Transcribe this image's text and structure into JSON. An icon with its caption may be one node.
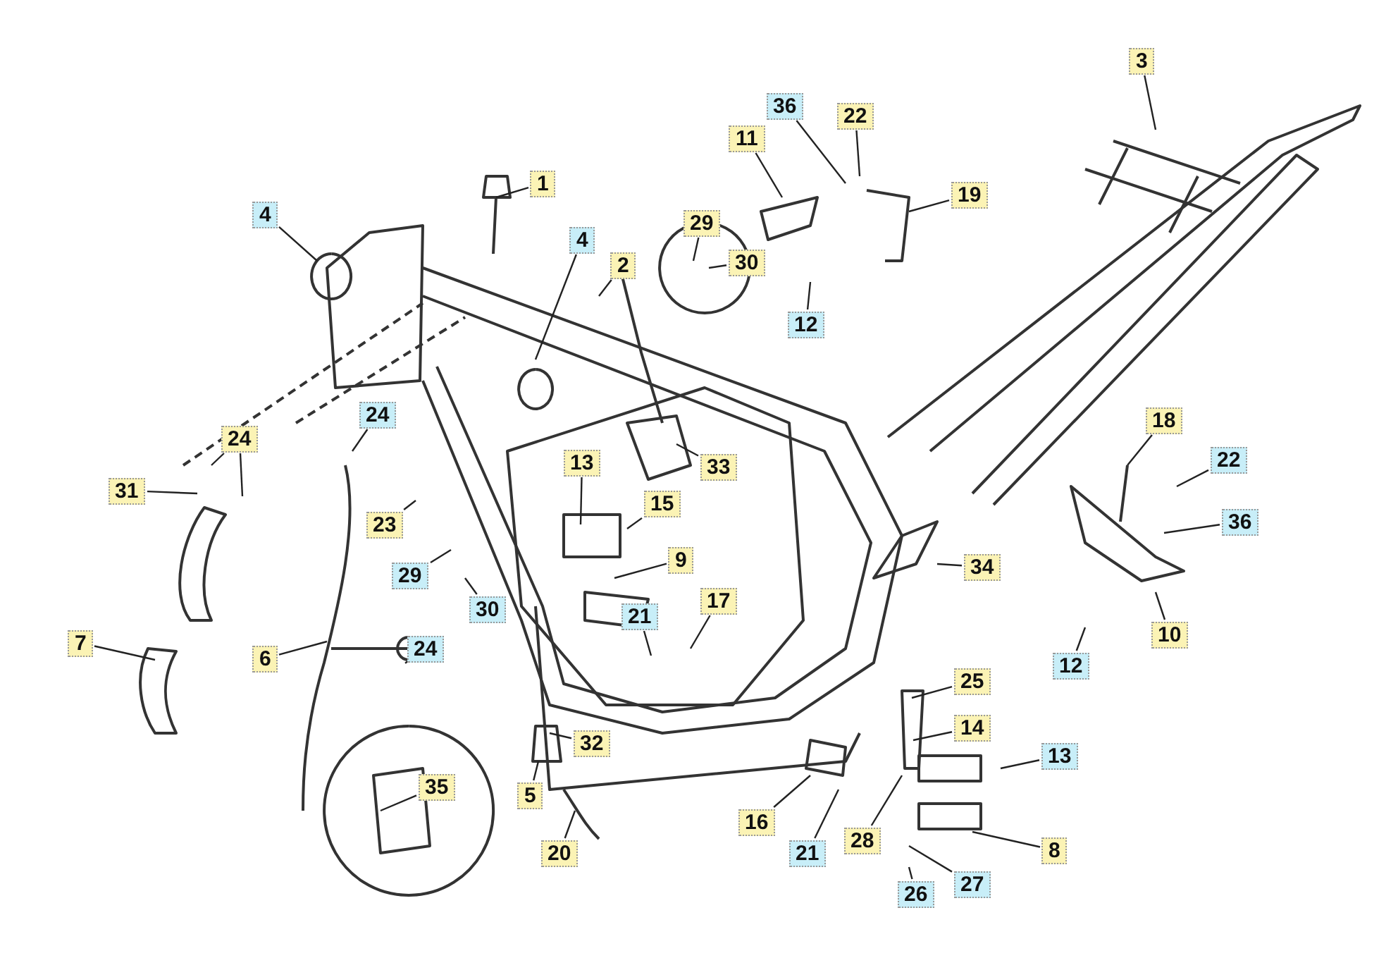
{
  "diagram": {
    "nodes": [
      {
        "text": [
          "3"
        ]
      },
      {
        "text": [
          "22"
        ]
      },
      {
        "text": [
          "36"
        ]
      },
      {
        "text": [
          "11"
        ]
      },
      {
        "text": [
          "1"
        ]
      },
      {
        "text": [
          "19"
        ]
      },
      {
        "text": [
          "4"
        ]
      },
      {
        "text": [
          "4"
        ]
      },
      {
        "text": [
          "29"
        ]
      },
      {
        "text": [
          "30"
        ]
      },
      {
        "text": [
          "2"
        ]
      },
      {
        "text": [
          "12"
        ]
      },
      {
        "text": [
          "33"
        ]
      },
      {
        "text": [
          "13"
        ]
      },
      {
        "text": [
          "24"
        ]
      },
      {
        "text": [
          "24"
        ]
      },
      {
        "text": [
          "18"
        ]
      },
      {
        "text": [
          "22"
        ]
      },
      {
        "text": [
          "31"
        ]
      },
      {
        "text": [
          "15"
        ]
      },
      {
        "text": [
          "23"
        ]
      },
      {
        "text": [
          "36"
        ]
      },
      {
        "text": [
          "9"
        ]
      },
      {
        "text": [
          "34"
        ]
      },
      {
        "text": [
          "29"
        ]
      },
      {
        "text": [
          "30"
        ]
      },
      {
        "text": [
          "21"
        ]
      },
      {
        "text": [
          "17"
        ]
      },
      {
        "text": [
          "24"
        ]
      },
      {
        "text": [
          "10"
        ]
      },
      {
        "text": [
          "7"
        ]
      },
      {
        "text": [
          "6"
        ]
      },
      {
        "text": [
          "12"
        ]
      },
      {
        "text": [
          "25"
        ]
      },
      {
        "text": [
          "14"
        ]
      },
      {
        "text": [
          "13"
        ]
      },
      {
        "text": [
          "32"
        ]
      },
      {
        "text": [
          "35"
        ]
      },
      {
        "text": [
          "5"
        ]
      },
      {
        "text": [
          "16"
        ]
      },
      {
        "text": [
          "21"
        ]
      },
      {
        "text": [
          "28"
        ]
      },
      {
        "text": [
          "8"
        ]
      },
      {
        "text": [
          "20"
        ]
      },
      {
        "text": [
          "26"
        ]
      },
      {
        "text": [
          "27"
        ]
      }
    ],
    "edges": [
      {
        "from": 0,
        "to": null,
        "arrow": "none"
      },
      {
        "from": 1,
        "to": null,
        "arrow": "none"
      },
      {
        "from": 2,
        "to": null,
        "arrow": "none"
      },
      {
        "from": 3,
        "to": null,
        "arrow": "none"
      },
      {
        "from": 4,
        "to": null,
        "arrow": "none"
      },
      {
        "from": 5,
        "to": null,
        "arrow": "none"
      },
      {
        "from": 6,
        "to": null,
        "arrow": "none"
      },
      {
        "from": 7,
        "to": null,
        "arrow": "none"
      },
      {
        "from": 8,
        "to": null,
        "arrow": "none"
      },
      {
        "from": 9,
        "to": null,
        "arrow": "none"
      },
      {
        "from": 10,
        "to": null,
        "arrow": "none"
      },
      {
        "from": 11,
        "to": null,
        "arrow": "none"
      },
      {
        "from": 12,
        "to": null,
        "arrow": "none"
      },
      {
        "from": 13,
        "to": null,
        "arrow": "none"
      },
      {
        "from": 14,
        "to": null,
        "arrow": "none"
      },
      {
        "from": 15,
        "to": null,
        "arrow": "none"
      },
      {
        "from": 16,
        "to": null,
        "arrow": "none"
      },
      {
        "from": 17,
        "to": null,
        "arrow": "none"
      },
      {
        "from": 18,
        "to": null,
        "arrow": "none"
      },
      {
        "from": 19,
        "to": null,
        "arrow": "none"
      },
      {
        "from": 20,
        "to": null,
        "arrow": "none"
      },
      {
        "from": 21,
        "to": null,
        "arrow": "none"
      },
      {
        "from": 22,
        "to": null,
        "arrow": "none"
      },
      {
        "from": 23,
        "to": null,
        "arrow": "none"
      },
      {
        "from": 24,
        "to": null,
        "arrow": "none"
      },
      {
        "from": 25,
        "to": null,
        "arrow": "none"
      },
      {
        "from": 26,
        "to": null,
        "arrow": "none"
      },
      {
        "from": 27,
        "to": null,
        "arrow": "none"
      },
      {
        "from": 28,
        "to": null,
        "arrow": "none"
      },
      {
        "from": 29,
        "to": null,
        "arrow": "none"
      },
      {
        "from": 30,
        "to": null,
        "arrow": "none"
      },
      {
        "from": 31,
        "to": null,
        "arrow": "none"
      },
      {
        "from": 32,
        "to": null,
        "arrow": "none"
      },
      {
        "from": 33,
        "to": null,
        "arrow": "none"
      },
      {
        "from": 34,
        "to": null,
        "arrow": "none"
      },
      {
        "from": 35,
        "to": null,
        "arrow": "none"
      },
      {
        "from": 36,
        "to": null,
        "arrow": "none"
      },
      {
        "from": 37,
        "to": null,
        "arrow": "none"
      },
      {
        "from": 38,
        "to": null,
        "arrow": "none"
      },
      {
        "from": 39,
        "to": null,
        "arrow": "none"
      },
      {
        "from": 40,
        "to": null,
        "arrow": "none"
      },
      {
        "from": 41,
        "to": null,
        "arrow": "none"
      },
      {
        "from": 42,
        "to": null,
        "arrow": "none"
      },
      {
        "from": 43,
        "to": null,
        "arrow": "none"
      },
      {
        "from": 44,
        "to": null,
        "arrow": "none"
      },
      {
        "from": 45,
        "to": null,
        "arrow": "none"
      },
      {
        "from": 14,
        "to": null,
        "arrow": "none"
      }
    ]
  }
}
